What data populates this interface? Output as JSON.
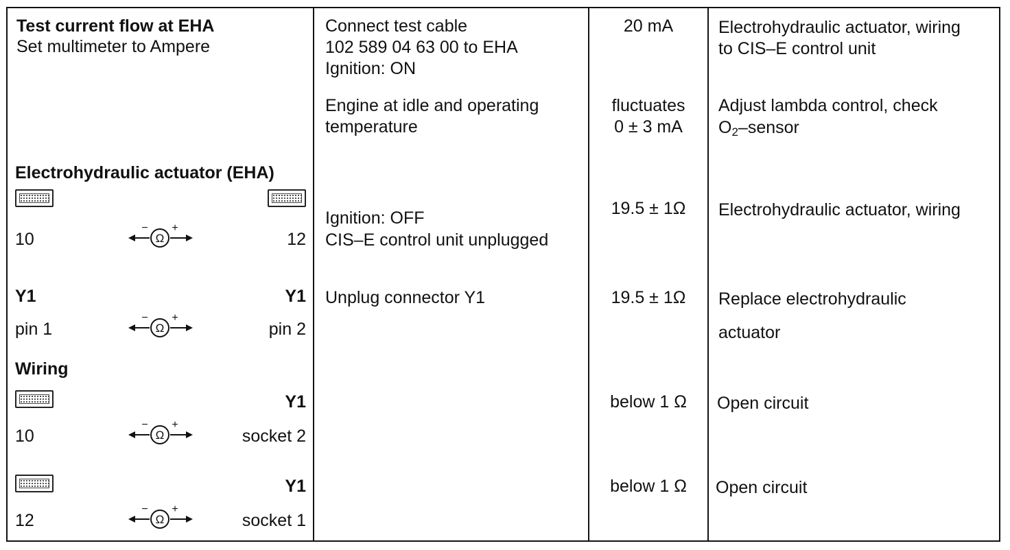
{
  "section_test_current": {
    "title": "Test current flow at EHA",
    "subtitle": "Set multimeter to Ampere"
  },
  "section_eha": {
    "title": "Electrohydraulic actuator (EHA)"
  },
  "connector_icon": "connector-plug-icon",
  "meter_icon": "ohmmeter-icon",
  "meter_symbol": "Ω",
  "meter_minus": "−",
  "meter_plus": "+",
  "row_eha_resistance": {
    "left": "10",
    "right": "12"
  },
  "row_y1": {
    "left_head": "Y1",
    "right_head": "Y1",
    "left": "pin 1",
    "right": "pin 2"
  },
  "section_wiring": {
    "title": "Wiring"
  },
  "row_wiring_1": {
    "right_head": "Y1",
    "left": "10",
    "right": "socket 2"
  },
  "row_wiring_2": {
    "right_head": "Y1",
    "left": "12",
    "right": "socket 1"
  },
  "conditions": {
    "c1_line1": "Connect test cable",
    "c1_line2": "102 589 04 63 00 to EHA",
    "c1_line3": "Ignition: ON",
    "c2_line1": "Engine at idle and operating",
    "c2_line2": "temperature",
    "c3_line1": "Ignition: OFF",
    "c3_line2": "CIS–E control unit unplugged",
    "c4_line1": "Unplug connector Y1"
  },
  "specs": {
    "s1": "20 mA",
    "s2_line1": "fluctuates",
    "s2_line2": "0 ± 3 mA",
    "s3": "19.5 ± 1Ω",
    "s4": "19.5 ± 1Ω",
    "s5": "below 1 Ω",
    "s6": "below 1 Ω"
  },
  "remedies": {
    "r1_line1": "Electrohydraulic actuator, wiring",
    "r1_line2": "to CIS–E control unit",
    "r2_line1": "Adjust lambda control, check",
    "r2_prefix": "O",
    "r2_sub": "2",
    "r2_suffix": "–sensor",
    "r3": "Electrohydraulic actuator, wiring",
    "r4_line1": "Replace electrohydraulic",
    "r4_line2": "actuator",
    "r5": "Open circuit",
    "r6": "Open circuit"
  }
}
